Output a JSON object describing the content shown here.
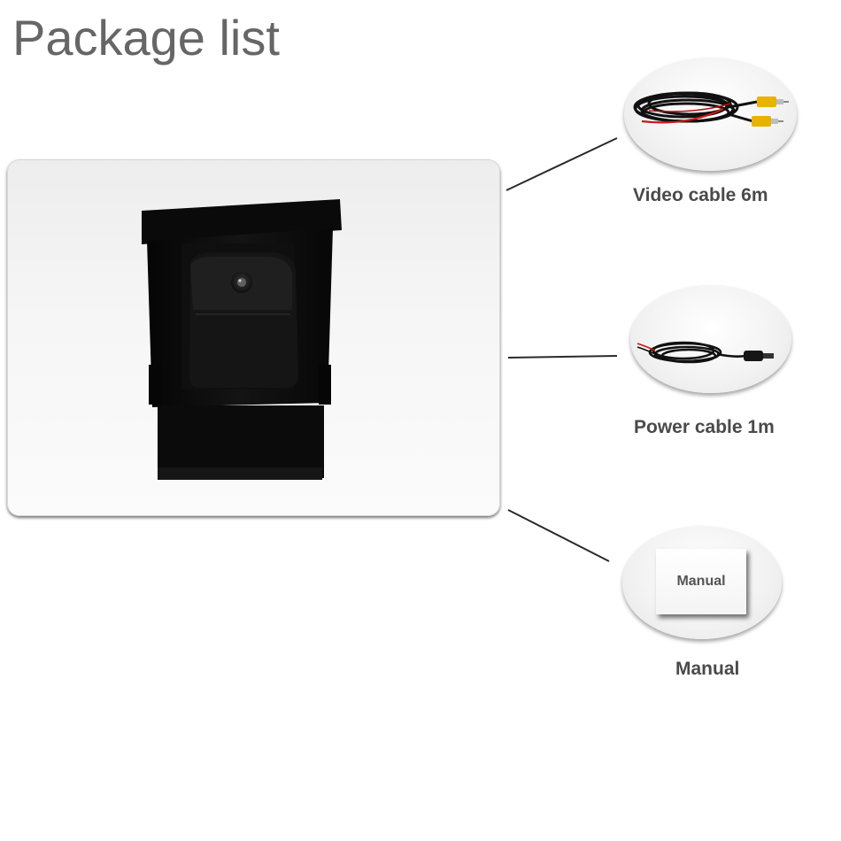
{
  "page": {
    "title": "Package list"
  },
  "main_item": {
    "icon": "camera-bracket-icon"
  },
  "accessories": [
    {
      "label": "Video cable 6m",
      "icon": "video-cable-icon"
    },
    {
      "label": "Power cable 1m",
      "icon": "power-cable-icon"
    },
    {
      "label": "Manual",
      "card_label": "Manual",
      "icon": "manual-card-icon"
    }
  ],
  "colors": {
    "title": "#666666",
    "caption": "#4a4a4a",
    "rca_plug": "#e8b200",
    "cable": "#1a1a1a",
    "camera_body": "#0c0c0c"
  }
}
